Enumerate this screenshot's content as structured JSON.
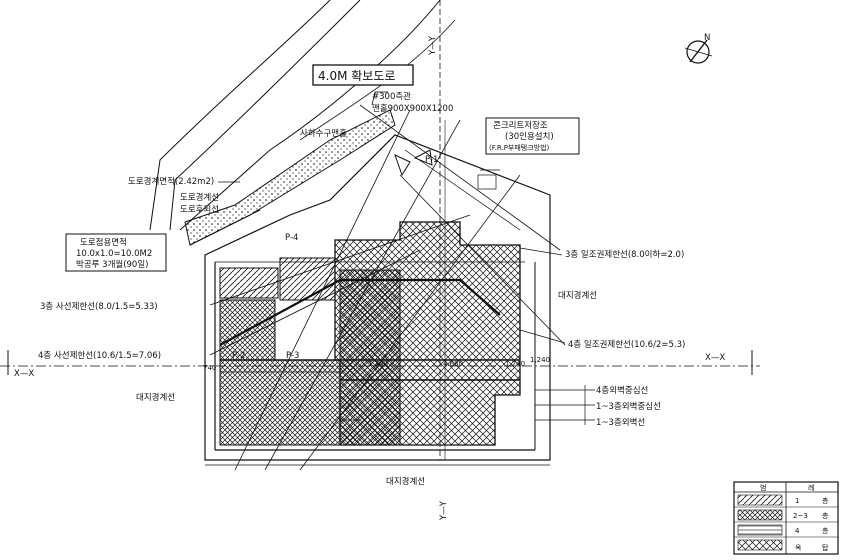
{
  "road": {
    "title": "4.0M 확보도로"
  },
  "compass": {
    "north_label": "N"
  },
  "axes": {
    "x_left": "X—X",
    "x_right": "X—X",
    "y_top": "Y—Y",
    "y_bottom": "Y—Y"
  },
  "drainage": {
    "line1": "#300측관",
    "line2": "맨홀900X900X1200"
  },
  "sewer_label": "사하수구맨홀",
  "tank_box": {
    "line1": "콘크리트저장조",
    "line2": "(30인용설치)",
    "line3": "(F.R.P부패탱크방법)"
  },
  "road_area_label": "도로경계면적(2.42m2)",
  "road_boundary_1": "도로경계선",
  "road_boundary_2": "도로후퇴선",
  "sight_box": {
    "line1": "도로점용면적",
    "line2": "10.0x1.0=10.0M2",
    "line3": "박공루 3개월(90일)"
  },
  "diag_labels": {
    "sun_3f": "3층 일조권제한선(8.0이하=2.0)",
    "slant_3f": "3층 사선제한선(8.0/1.5=5.33)",
    "slant_4f": "4층 사선제한선(10.6/1.5=7.06)",
    "sun_4f": "4층 일조권제한선(10.6/2=5.3)"
  },
  "boundary_labels": {
    "right": "대지경계선",
    "left": "대지경계선",
    "bottom": "대지경계선"
  },
  "wall_labels": {
    "f4_outer": "4층외벽중심선",
    "f13_outer": "1~3층외벽중심선",
    "f13_wall": "1~3층외벽선"
  },
  "parking": {
    "p1": "P-1",
    "p2": "P-2",
    "p3": "P-3",
    "p4": "P-4"
  },
  "dims": {
    "d1": "1,240",
    "d2": "1,240",
    "d3": "1,240",
    "d4": "740",
    "d5": "1,240",
    "d6": "4.680",
    "d_left": "740"
  },
  "legend": {
    "header_col1": "범",
    "header_col2": "례",
    "rows": [
      {
        "label": "1",
        "mark": "층"
      },
      {
        "label": "2~3",
        "mark": "층"
      },
      {
        "label": "4",
        "mark": "층"
      },
      {
        "label": "옥",
        "mark": "탑"
      }
    ]
  },
  "colors": {
    "ink": "#111111",
    "paper": "#ffffff"
  }
}
